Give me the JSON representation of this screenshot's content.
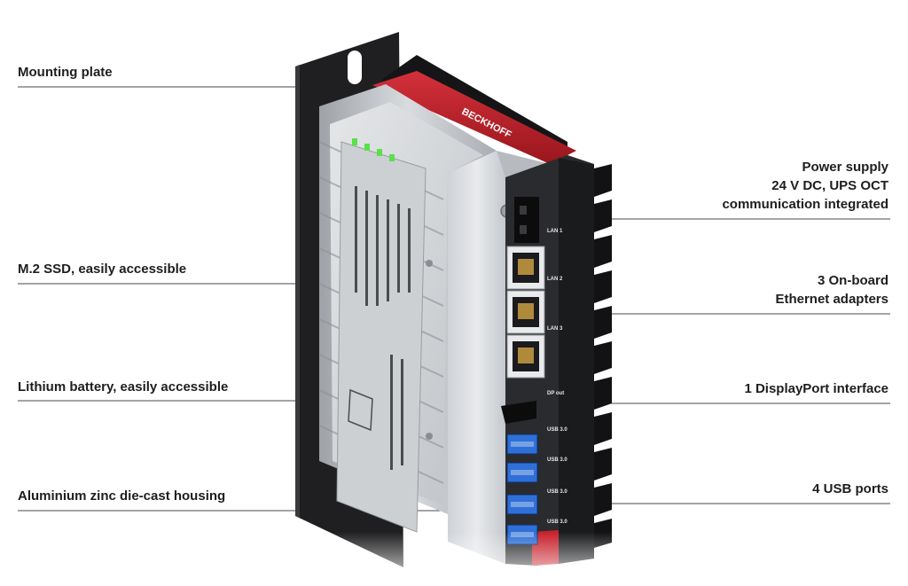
{
  "callouts_left": [
    {
      "id": "mounting-plate",
      "lines": [
        "Mounting plate"
      ]
    },
    {
      "id": "m2-ssd",
      "lines": [
        "M.2 SSD, easily accessible"
      ]
    },
    {
      "id": "lithium-battery",
      "lines": [
        "Lithium battery, easily accessible"
      ]
    },
    {
      "id": "housing",
      "lines": [
        "Aluminium zinc die-cast housing"
      ]
    }
  ],
  "callouts_right": [
    {
      "id": "power-supply",
      "lines": [
        "Power supply",
        "24 V DC, UPS OCT",
        "communication integrated"
      ]
    },
    {
      "id": "ethernet",
      "lines": [
        "3 On-board",
        "Ethernet adapters"
      ]
    },
    {
      "id": "displayport",
      "lines": [
        "1 DisplayPort interface"
      ]
    },
    {
      "id": "usb",
      "lines": [
        "4 USB ports"
      ]
    }
  ],
  "device": {
    "brand": "BECKHOFF",
    "port_labels": [
      "LAN 1",
      "LAN 2",
      "LAN 3",
      "DP out",
      "USB 3.0",
      "USB 3.0",
      "USB 3.0",
      "USB 3.0"
    ]
  },
  "colors": {
    "brand_red": "#c8202a",
    "usb_blue": "#2f6fd8",
    "led_green": "#5be04a"
  }
}
